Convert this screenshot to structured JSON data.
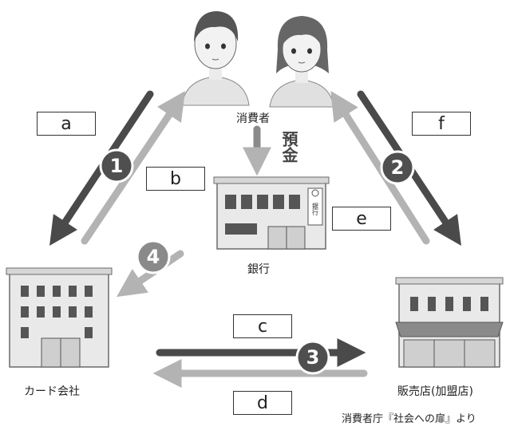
{
  "nodes": {
    "consumer": "消費者",
    "bank": "銀行",
    "bank_sign": "銀行",
    "card_company": "カード会社",
    "store": "販売店(加盟店)"
  },
  "deposit_label": "預金",
  "step_numbers": [
    "1",
    "2",
    "3",
    "4"
  ],
  "boxes": {
    "a": "a",
    "b": "b",
    "c": "c",
    "d": "d",
    "e": "e",
    "f": "f"
  },
  "source": "消費者庁『社会への扉』より",
  "colors": {
    "dark_arrow": "#4a4a4a",
    "light_arrow": "#b3b3b3",
    "badge_fill": "#4f4f4f",
    "building_fill": "#e9e9e9",
    "building_stroke": "#6a6a6a"
  }
}
